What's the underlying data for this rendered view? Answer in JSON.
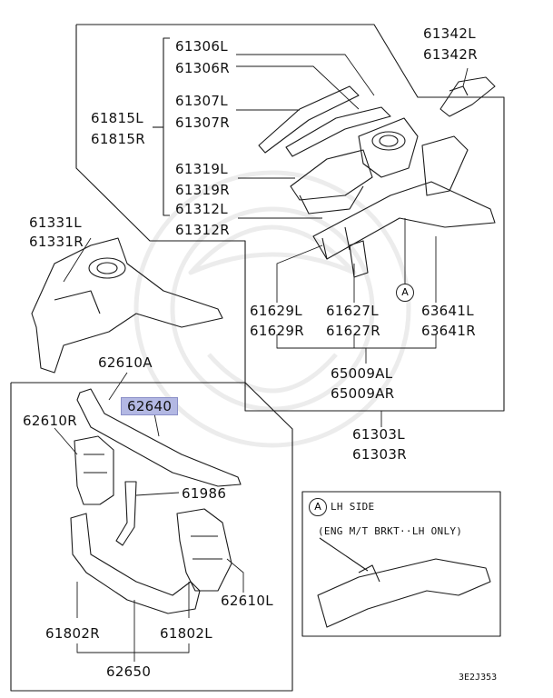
{
  "labels": {
    "p61306": [
      "61306L",
      "61306R"
    ],
    "p61307": [
      "61307L",
      "61307R"
    ],
    "p61815": [
      "61815L",
      "61815R"
    ],
    "p61319": [
      "61319L",
      "61319R"
    ],
    "p61312": [
      "61312L",
      "61312R"
    ],
    "p61342": [
      "61342L",
      "61342R"
    ],
    "p61331": [
      "61331L",
      "61331R"
    ],
    "p61629": [
      "61629L",
      "61629R"
    ],
    "p61627": [
      "61627L",
      "61627R"
    ],
    "p63641": [
      "63641L",
      "63641R"
    ],
    "p65009": [
      "65009AL",
      "65009AR"
    ],
    "p61303": [
      "61303L",
      "61303R"
    ],
    "p62610A": "62610A",
    "p62640": "62640",
    "p62610R": "62610R",
    "p61986": "61986",
    "p62610L": "62610L",
    "p61802R": "61802R",
    "p61802L": "61802L",
    "p62650": "62650"
  },
  "inset": {
    "marker": "A",
    "title": "LH SIDE",
    "note": "(ENG M/T BRKT··LH ONLY)"
  },
  "marker_main": "A",
  "diagram_code": "3E2J353",
  "highlight_color": "#b3b8e3"
}
